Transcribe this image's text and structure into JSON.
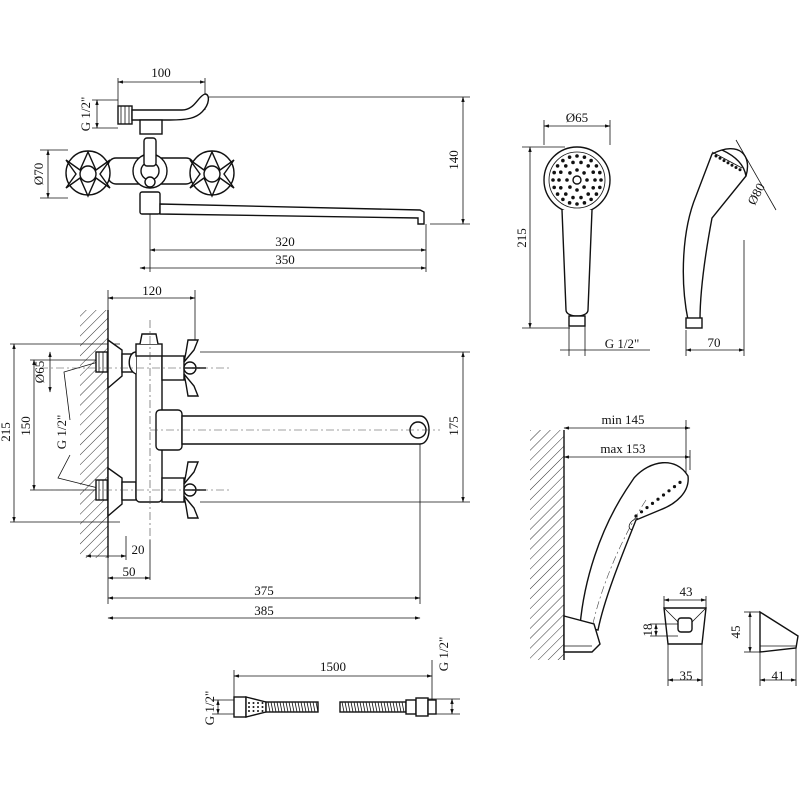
{
  "drawing": {
    "top_view": {
      "d_100": "100",
      "d_g12": "G 1/2\"",
      "d_70": "Ø70",
      "d_140": "140",
      "d_320": "320",
      "d_350": "350"
    },
    "front_view": {
      "d_120": "120",
      "d_65": "Ø65",
      "d_g12": "G 1/2\"",
      "d_215": "215",
      "d_150": "150",
      "d_175": "175",
      "d_20": "20",
      "d_50": "50",
      "d_375": "375",
      "d_385": "385"
    },
    "shower_head": {
      "d_65": "Ø65",
      "d_215": "215",
      "d_g12": "G 1/2\"",
      "d_80": "Ø80",
      "d_70": "70"
    },
    "shower_holder": {
      "d_min": "min 145",
      "d_max": "max 153",
      "d_43": "43",
      "d_18": "18",
      "d_35": "35",
      "d_45": "45",
      "d_41": "41"
    },
    "hose": {
      "d_1500": "1500",
      "d_g12_left": "G 1/2\"",
      "d_g12_right": "G 1/2\""
    }
  }
}
